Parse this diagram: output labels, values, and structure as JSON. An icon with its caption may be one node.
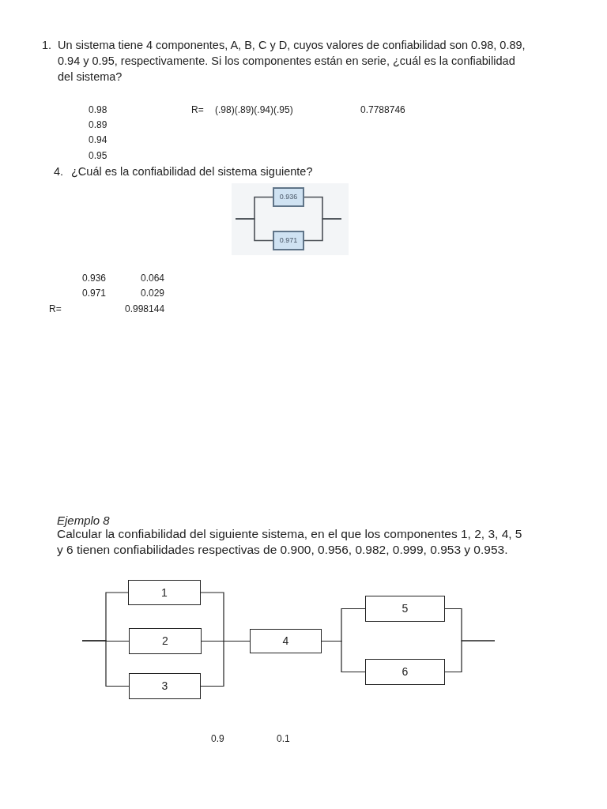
{
  "diagram": {
    "nodes": [
      {
        "text": [
          "0.936"
        ]
      },
      {
        "text": [
          "0.971"
        ]
      },
      {
        "text": [
          "1"
        ]
      },
      {
        "text": [
          "2"
        ]
      },
      {
        "text": [
          "3"
        ]
      },
      {
        "text": [
          "4"
        ]
      },
      {
        "text": [
          "5"
        ]
      },
      {
        "text": [
          "6"
        ]
      }
    ],
    "edges": [
      {
        "from": null,
        "to": 0,
        "arrow": "none"
      },
      {
        "from": null,
        "to": 1,
        "arrow": "none"
      },
      {
        "from": 0,
        "to": null,
        "arrow": "none"
      },
      {
        "from": 1,
        "to": null,
        "arrow": "none"
      },
      {
        "from": null,
        "to": 2,
        "arrow": "none"
      },
      {
        "from": null,
        "to": 3,
        "arrow": "none"
      },
      {
        "from": null,
        "to": 4,
        "arrow": "none"
      },
      {
        "from": 2,
        "to": 5,
        "arrow": "none"
      },
      {
        "from": 3,
        "to": 5,
        "arrow": "none"
      },
      {
        "from": 4,
        "to": 5,
        "arrow": "none"
      },
      {
        "from": 5,
        "to": 6,
        "arrow": "none"
      },
      {
        "from": 5,
        "to": 7,
        "arrow": "none"
      },
      {
        "from": 6,
        "to": null,
        "arrow": "none"
      },
      {
        "from": 7,
        "to": null,
        "arrow": "none"
      }
    ],
    "labels": [
      "1.",
      "Un sistema tiene 4 componentes, A, B, C y D, cuyos valores de confiabilidad son 0.98, 0.89, 0.94 y 0.95, respectivamente. Si los componentes están en serie, ¿cuál es la confiabilidad del sistema?",
      "0.98",
      "R=",
      "(.98)(.89)(.94)(.95)",
      "0.7788746",
      "0.89",
      "0.94",
      "0.95",
      "4.",
      "¿Cuál es la confiabilidad del sistema siguiente?",
      "0.936",
      "0.064",
      "0.971",
      "0.029",
      "R=",
      "0.998144",
      "Ejemplo 8",
      "Calcular la confiabilidad del siguiente sistema, en el que los componentes 1, 2, 3, 4, 5 y 6 tienen confiabilidades respectivas de 0.900, 0.956, 0.982, 0.999, 0.953 y 0.953.",
      "0.9",
      "0.1"
    ]
  }
}
